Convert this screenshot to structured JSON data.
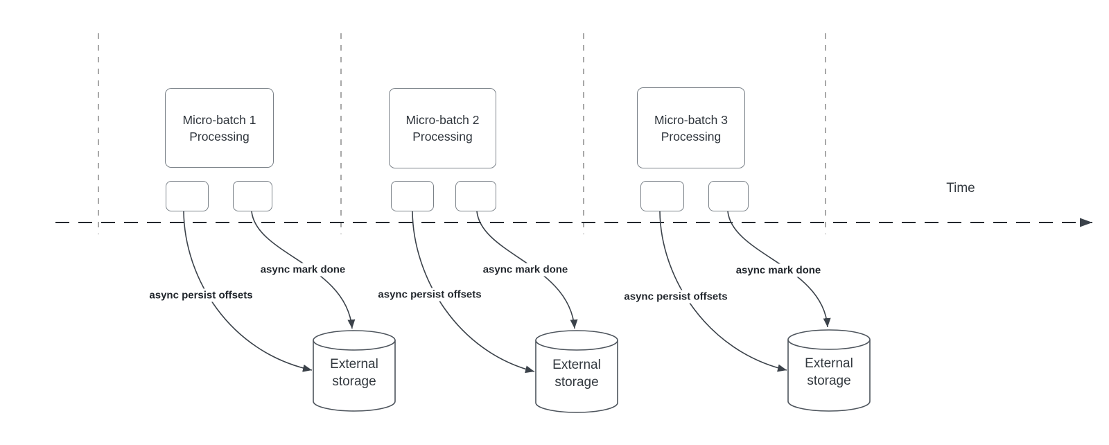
{
  "diagram": {
    "time_label": "Time",
    "sections": [
      {
        "batch_title": "Micro-batch 1 Processing",
        "persist_label": "async persist offsets",
        "mark_label": "async mark done",
        "storage_label": "External storage"
      },
      {
        "batch_title": "Micro-batch 2 Processing",
        "persist_label": "async persist offsets",
        "mark_label": "async mark done",
        "storage_label": "External storage"
      },
      {
        "batch_title": "Micro-batch 3 Processing",
        "persist_label": "async persist offsets",
        "mark_label": "async mark done",
        "storage_label": "External storage"
      }
    ],
    "colors": {
      "background": "#ffffff",
      "shape_stroke": "#7a8188",
      "cylinder_stroke": "#4d545c",
      "arrow_stroke": "#3b424a",
      "timeline_stroke": "#23282e",
      "guide_stroke": "#a8a8a8",
      "text": "#2f353c",
      "bold_label_text": "#21262c"
    }
  }
}
